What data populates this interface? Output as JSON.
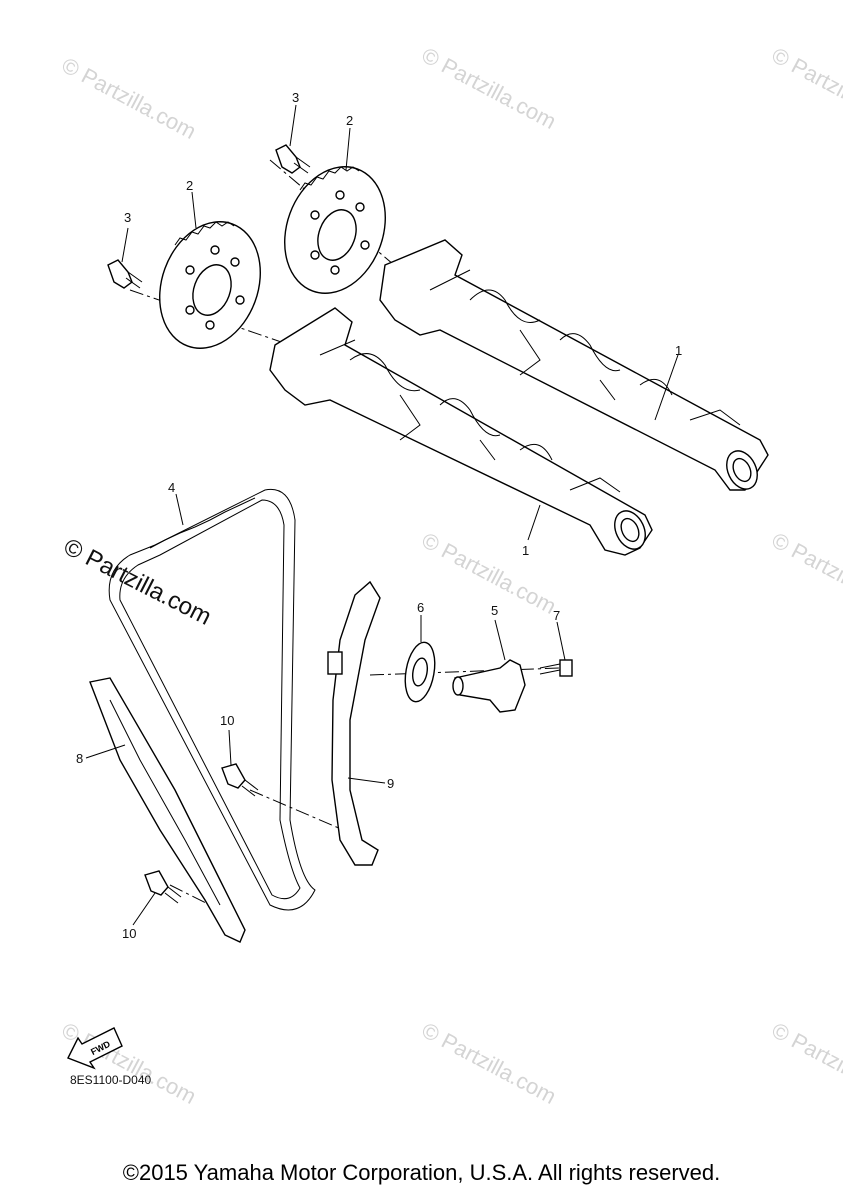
{
  "watermark": {
    "text": "© Partzilla.com",
    "prominent_text": "© Partzilla.com"
  },
  "diagram": {
    "code": "8ES1100-D040",
    "fwd_label": "FWD",
    "callouts": {
      "cam_front": "1",
      "cam_rear": "1",
      "sprocket_left": "2",
      "sprocket_right": "2",
      "bolt_left": "3",
      "bolt_right": "3",
      "chain": "4",
      "tensioner": "5",
      "gasket": "6",
      "tensioner_bolt": "7",
      "guide_rear": "8",
      "guide_front": "9",
      "bolt_upper": "10",
      "bolt_lower": "10"
    }
  },
  "footer": {
    "copyright": "©2015 Yamaha Motor Corporation, U.S.A. All rights reserved."
  }
}
